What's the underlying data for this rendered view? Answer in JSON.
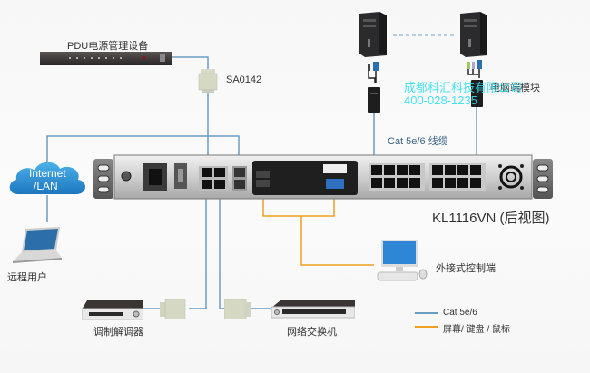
{
  "labels": {
    "pdu": "PDU电源管理设备",
    "adapter_top": "SA0142",
    "computer_module": "电脑端模块",
    "cat_cable": "Cat 5e/6 线缆",
    "internet_line1": "Internet",
    "internet_line2": "/LAN",
    "remote_user": "远程用户",
    "device_title": "KL1116VN (后视图)",
    "local_console": "外接式控制端",
    "modem": "调制解调器",
    "switch": "网络交换机"
  },
  "legend": {
    "items": [
      {
        "label": "Cat 5e/6",
        "color": "#6a9dc4"
      },
      {
        "label": "屏幕/ 键盘 / 鼠标",
        "color": "#f0a020"
      }
    ]
  },
  "watermark": {
    "line1": "成都科汇科技有限公司",
    "line2": "400-028-1235"
  },
  "colors": {
    "cat_line": "#6a9dc4",
    "kvm_line": "#f0a020",
    "dashed_link": "#9cc0dc",
    "cloud": "#2a8fd0"
  },
  "icons": {
    "pdu": "pdu-device-icon",
    "adapter": "db9-adapter-icon",
    "server": "tower-server-icon",
    "cpu_module": "computer-module-icon",
    "cloud": "cloud-icon",
    "laptop": "laptop-icon",
    "desktop": "desktop-monitor-icon",
    "modem": "modem-icon",
    "switch": "network-switch-icon",
    "fan": "fan-icon"
  }
}
